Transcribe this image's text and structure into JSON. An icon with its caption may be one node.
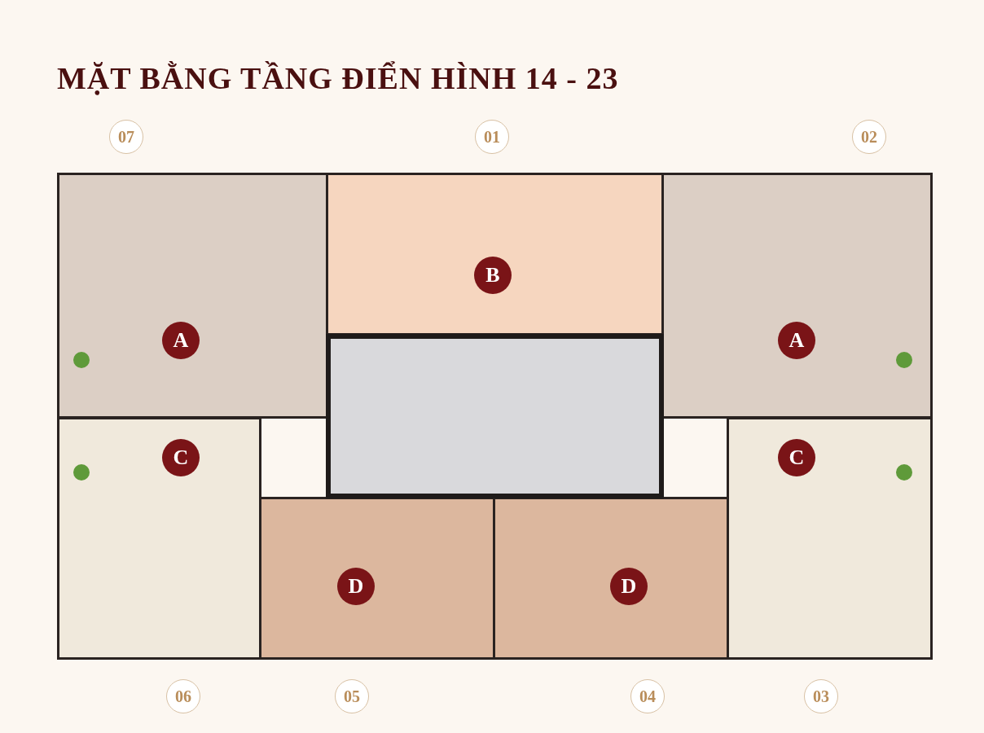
{
  "diagram": {
    "title": "MẶT BẰNG TẦNG ĐIỂN HÌNH 14 - 23",
    "nodes": [
      {
        "text": [
          "B"
        ],
        "beside": [
          "01"
        ]
      },
      {
        "text": [
          "A"
        ],
        "beside": [
          "07"
        ]
      },
      {
        "text": [
          "A"
        ],
        "beside": [
          "02"
        ]
      },
      {
        "text": [
          "C"
        ],
        "beside": [
          "06"
        ]
      },
      {
        "text": [
          "C"
        ],
        "beside": [
          "03"
        ]
      },
      {
        "text": [
          "D"
        ],
        "beside": [
          "05"
        ]
      },
      {
        "text": [
          "D"
        ],
        "beside": [
          "04"
        ]
      }
    ]
  }
}
